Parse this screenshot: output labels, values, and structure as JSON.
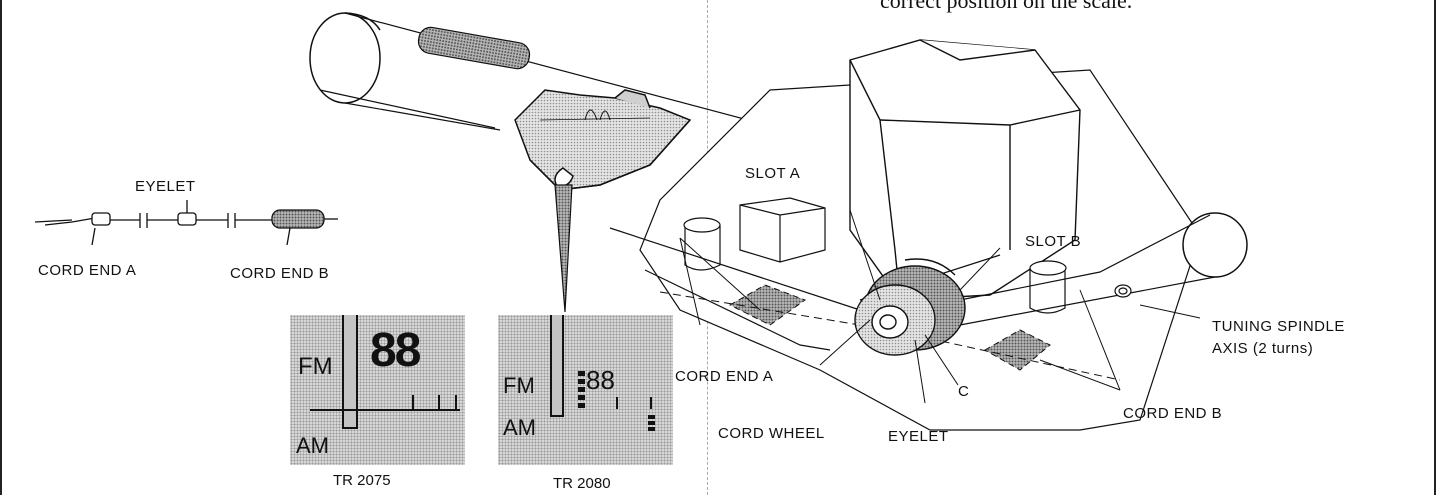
{
  "header_text": "correct position on the scale.",
  "labels": {
    "eyelet_top": "EYELET",
    "cord_end_a_left": "CORD END A",
    "cord_end_b_left": "CORD END B",
    "slot_a": "SLOT A",
    "slot_b": "SLOT B",
    "tuning_line1": "TUNING SPINDLE",
    "tuning_line2": "AXIS (2 turns)",
    "cord_end_a_mid": "CORD END A",
    "cord_wheel": "CORD WHEEL",
    "eyelet_bottom": "EYELET",
    "c": "C",
    "cord_end_b_right": "CORD END B"
  },
  "dials": [
    {
      "fm": "FM",
      "am": "AM",
      "num": "88",
      "caption": "TR 2075"
    },
    {
      "fm": "FM",
      "am": "AM",
      "num": "88",
      "caption": "TR 2080"
    }
  ],
  "colors": {
    "ink": "#111111",
    "shade": "#9a9a9a"
  }
}
